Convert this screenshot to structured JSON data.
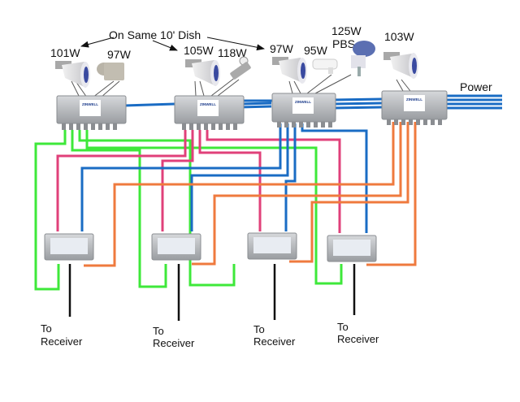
{
  "title": "On Same 10' Dish",
  "power_label": "Power",
  "colors": {
    "green": "#3ee83a",
    "pink": "#e0407a",
    "blue": "#1a6cc4",
    "orange": "#ef7a3e",
    "black": "#111111",
    "device": "#b9bcc0"
  },
  "satellites": [
    {
      "label": "101W",
      "type": "dish-lnb"
    },
    {
      "label": "97W",
      "type": "lnb"
    },
    {
      "label": "105W",
      "type": "dish-lnb"
    },
    {
      "label": "118W",
      "type": "lnb"
    },
    {
      "label": "97W",
      "type": "dish-lnb"
    },
    {
      "label": "95W",
      "type": "lnb"
    },
    {
      "label": "125W PBS",
      "line1": "125W",
      "line2": "PBS",
      "type": "lnb"
    },
    {
      "label": "103W",
      "type": "dish-lnb"
    }
  ],
  "multiswitches": [
    {
      "brand": "ZINWELL"
    },
    {
      "brand": "ZINWELL"
    },
    {
      "brand": "ZINWELL"
    },
    {
      "brand": "ZINWELL"
    }
  ],
  "combiners": [
    {
      "output_label_1": "To",
      "output_label_2": "Receiver"
    },
    {
      "output_label_1": "To",
      "output_label_2": "Receiver"
    },
    {
      "output_label_1": "To",
      "output_label_2": "Receiver"
    },
    {
      "output_label_1": "To",
      "output_label_2": "Receiver"
    }
  ]
}
